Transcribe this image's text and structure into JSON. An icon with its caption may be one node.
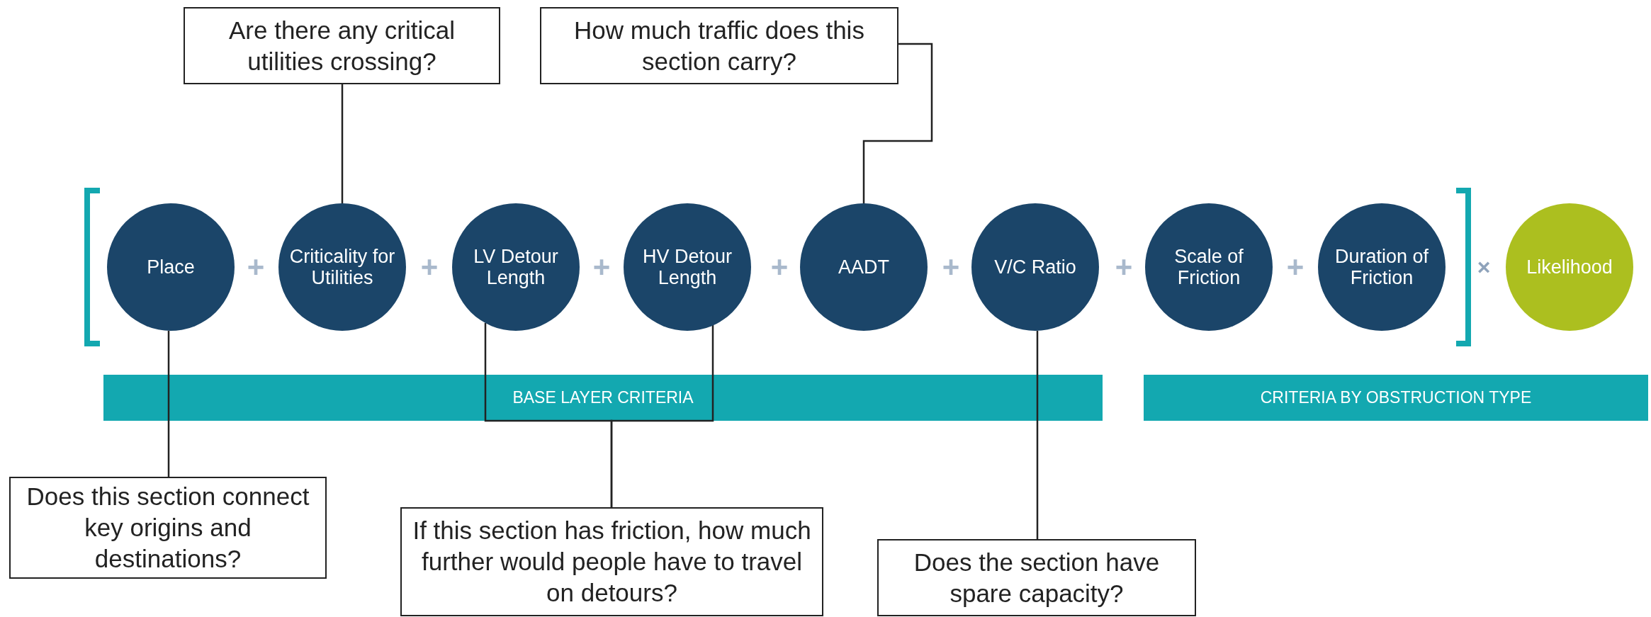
{
  "diagram": {
    "nodes": [
      {
        "text": [
          "Are there any critical utilities crossing?"
        ]
      },
      {
        "text": [
          "How much traffic does this section carry?"
        ]
      },
      {
        "text": [
          "Place"
        ]
      },
      {
        "text": [
          "Criticality for Utilities"
        ]
      },
      {
        "text": [
          "LV Detour Length"
        ]
      },
      {
        "text": [
          "HV Detour Length"
        ]
      },
      {
        "text": [
          "AADT"
        ]
      },
      {
        "text": [
          "V/C Ratio"
        ]
      },
      {
        "text": [
          "Scale of Friction"
        ]
      },
      {
        "text": [
          "Duration of Friction"
        ]
      },
      {
        "text": [
          "Likelihood"
        ]
      },
      {
        "text": [
          "BASE LAYER CRITERIA"
        ]
      },
      {
        "text": [
          "CRITERIA BY OBSTRUCTION TYPE"
        ]
      },
      {
        "text": [
          "Does this section connect key origins and destinations?"
        ]
      },
      {
        "text": [
          "If this section has friction, how much further would people have to travel on detours?"
        ]
      },
      {
        "text": [
          "Does the section have spare capacity?"
        ]
      }
    ],
    "edges": [
      {
        "from": 0,
        "to": 3,
        "arrow": "none"
      },
      {
        "from": 1,
        "to": 6,
        "arrow": "none"
      },
      {
        "from": 13,
        "to": 2,
        "arrow": "none"
      },
      {
        "from": 14,
        "to": 4,
        "arrow": "none"
      },
      {
        "from": 14,
        "to": 5,
        "arrow": "none"
      },
      {
        "from": 15,
        "to": 7,
        "arrow": "none"
      }
    ],
    "labels": [
      "+",
      "+",
      "+",
      "+",
      "+",
      "+",
      "+",
      "×"
    ]
  }
}
